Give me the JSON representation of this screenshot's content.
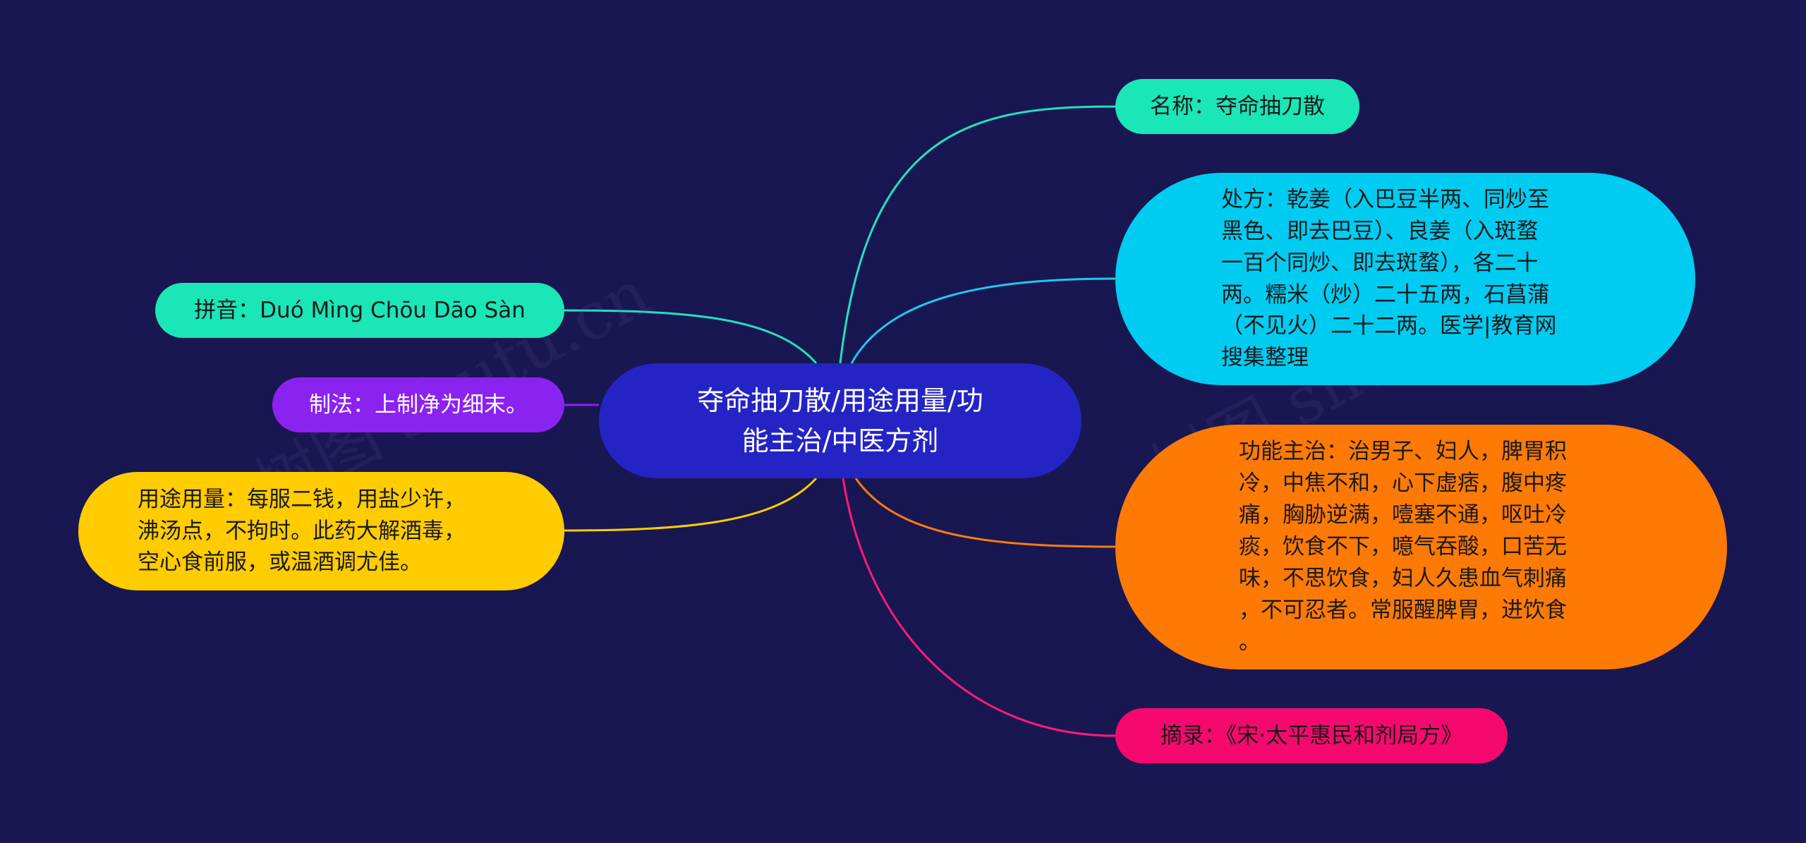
{
  "center": {
    "label": "夺命抽刀散/用途用量/功\n能主治/中医方剂",
    "color": "#2424c4"
  },
  "nodes": [
    {
      "id": "name",
      "label": "名称：夺命抽刀散",
      "color": "#1ae6b8",
      "line": "#22e0c0"
    },
    {
      "id": "recipe",
      "label": "处方：乾姜（入巴豆半两、同炒至\n黑色、即去巴豆）、良姜（入斑蝥\n一百个同炒、即去斑蝥），各二十\n两。糯米（炒）二十五两，石菖蒲\n（不见火）二十二两。医学|教育网\n搜集整理",
      "color": "#00ccf2",
      "line": "#1ec8f0"
    },
    {
      "id": "func",
      "label": "功能主治：治男子、妇人，脾胃积\n冷，中焦不和，心下虚痞，腹中疼\n痛，胸胁逆满，噎塞不通，呕吐冷\n痰，饮食不下，噫气吞酸，口苦无\n味，不思饮食，妇人久患血气刺痛\n，不可忍者。常服醒脾胃，进饮食\n。",
      "color": "#ff7a05",
      "line": "#ff7a10"
    },
    {
      "id": "source",
      "label": "摘录：《宋·太平惠民和剂局方》",
      "color": "#f5096e",
      "line": "#ff1a7a"
    },
    {
      "id": "pinyin",
      "label": "拼音：Duó Mìng Chōu Dāo Sàn",
      "color": "#1ae6b8",
      "line": "#22e0c0"
    },
    {
      "id": "method",
      "label": "制法：上制净为细末。",
      "color": "#8a22f0",
      "line": "#8a22f0"
    },
    {
      "id": "usage",
      "label": "用途用量：每服二钱，用盐少许，\n沸汤点，不拘时。此药大解酒毒，\n空心食前服，或温酒调尤佳。",
      "color": "#ffcc00",
      "line": "#ffcc00"
    }
  ],
  "watermarks": [
    "树图 shutu.cn",
    "树图 shutu.cn"
  ]
}
